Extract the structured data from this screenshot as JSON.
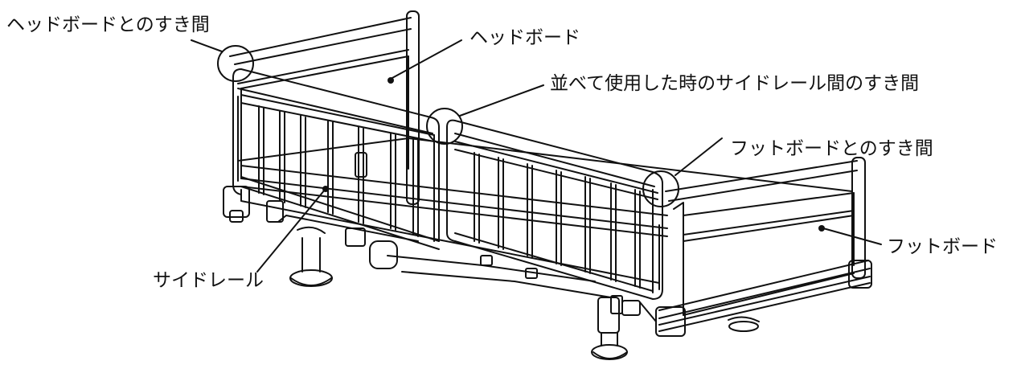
{
  "labels": {
    "headboard_gap": "ヘッドボードとのすき間",
    "headboard": "ヘッドボード",
    "rail_gap": "並べて使用した時のサイドレール間のすき間",
    "footboard_gap": "フットボードとのすき間",
    "footboard": "フットボード",
    "side_rail": "サイドレール"
  },
  "colors": {
    "line": "#111111",
    "background": "#ffffff"
  }
}
